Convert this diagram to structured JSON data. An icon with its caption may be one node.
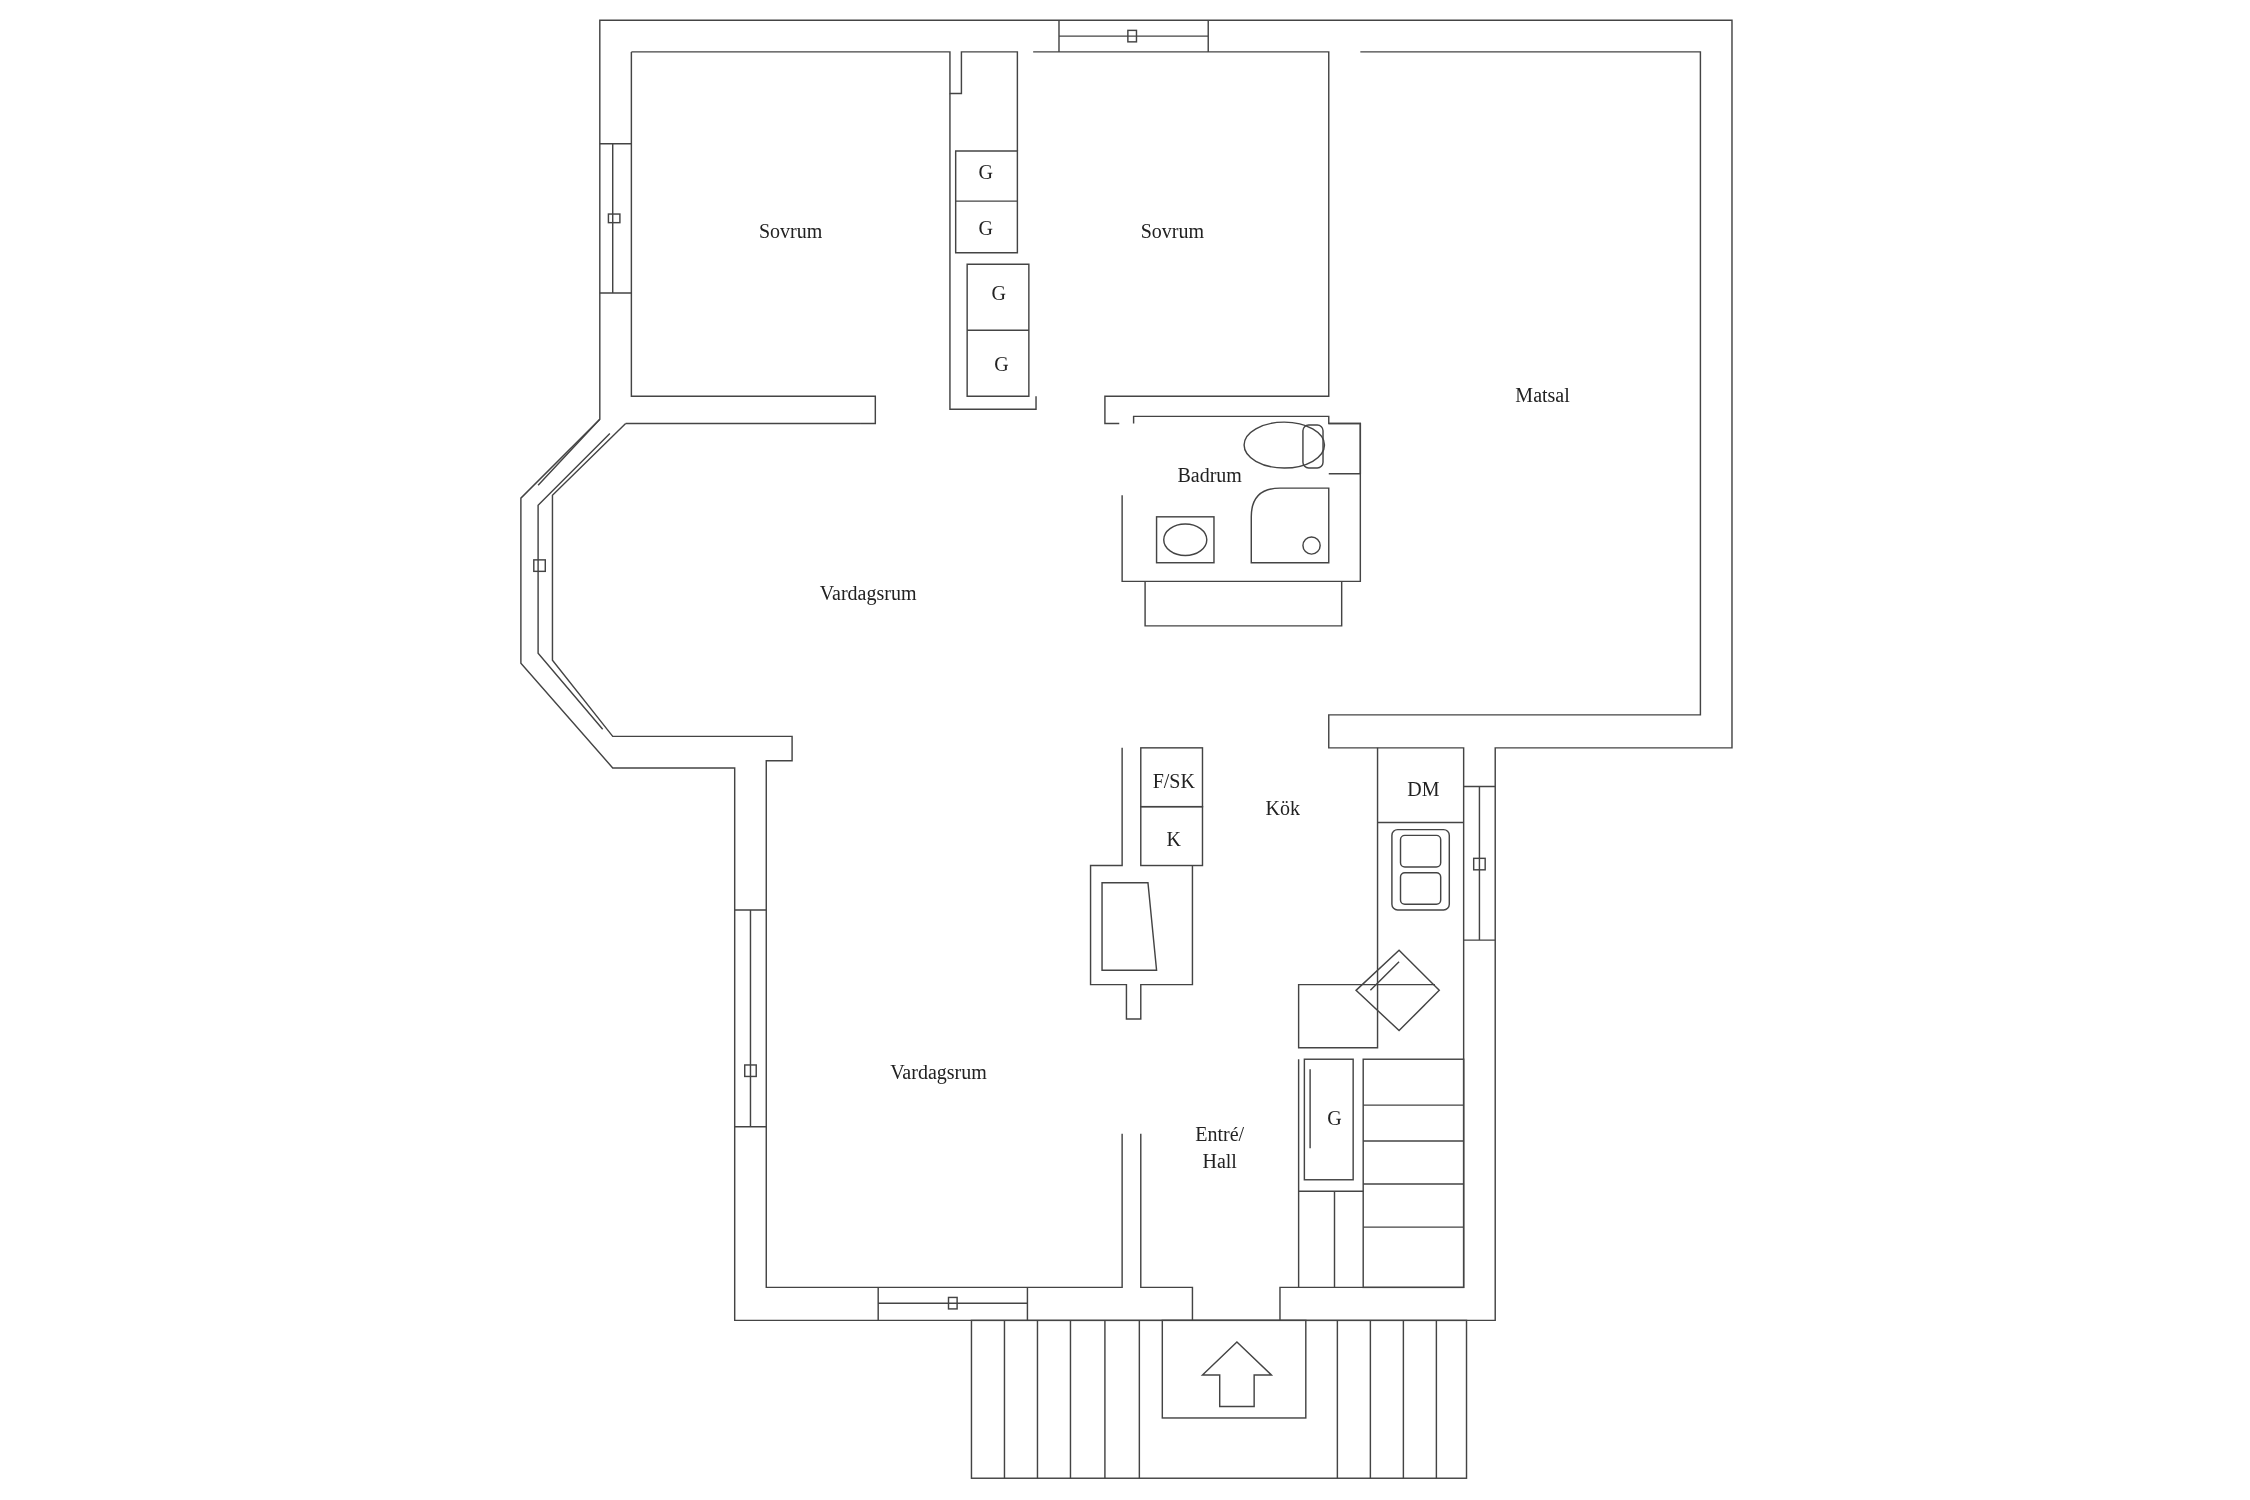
{
  "diagram": {
    "labels": [
      "Sovrum",
      "G",
      "G",
      "Sovrum",
      "G",
      "G",
      "Matsal",
      "Badrum",
      "Vardagsrum",
      "F/SK",
      "Kök",
      "DM",
      "K",
      "Vardagsrum",
      "G",
      "Entré/ Hall"
    ]
  }
}
